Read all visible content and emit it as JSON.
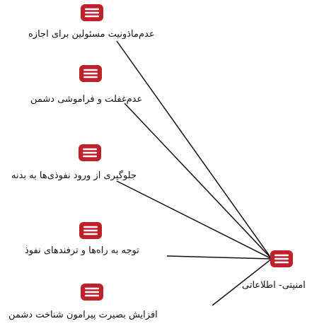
{
  "diagram": {
    "center": {
      "label": "امنیتی- اطلاعاتی"
    },
    "nodes": [
      {
        "id": "n1",
        "label": "عدم‌ماذونیت مسئولین برای اجازه"
      },
      {
        "id": "n2",
        "label": "عدم‌غفلت و فراموشی دشمن"
      },
      {
        "id": "n3",
        "label": "جلوگیری از ورود نفوذی‌ها به بدنه"
      },
      {
        "id": "n4",
        "label": "توجه به راه‌ها و ترفندهای نفوذ"
      },
      {
        "id": "n5",
        "label": "افزایش بصیرت پیرامون شناخت دشمن"
      }
    ],
    "colors": {
      "icon_fill": "#c0202a",
      "icon_stripe": "#ffffff",
      "line": "#111111"
    }
  }
}
